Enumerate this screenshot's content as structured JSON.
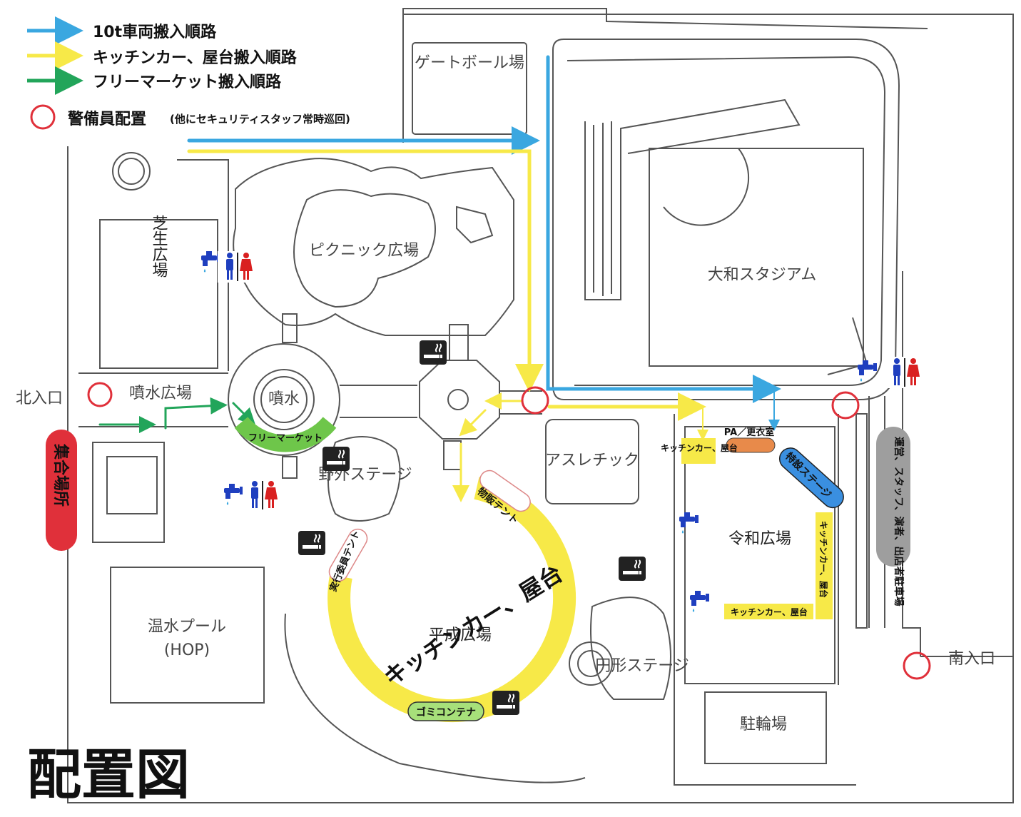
{
  "legend": {
    "blue_route": "10t車両搬入順路",
    "yellow_route": "キッチンカー、屋台搬入順路",
    "green_route": "フリーマーケット搬入順路",
    "guard": "警備員配置",
    "guard_note": "(他にセキュリティスタッフ常時巡回)"
  },
  "colors": {
    "blue": "#3aa7e0",
    "yellow": "#f7e948",
    "green": "#22a55a",
    "red": "#e0303a",
    "gray_pill": "#9e9e9e",
    "lime_pill": "#a7e07a",
    "orange_pill": "#e88a4a",
    "stage_blue": "#3a8fe0",
    "toilet_male": "#1f3fbf",
    "toilet_female": "#d92020",
    "faucet": "#1f3fbf"
  },
  "icons": {
    "toilet": "toilet-icon",
    "smoking": "smoking-area-icon",
    "water": "water-faucet-icon",
    "guard": "guard-circle-icon"
  },
  "places": {
    "gateball": "ゲートボール場",
    "picnic": "ピクニック広場",
    "stadium": "大和スタジアム",
    "lawn": "芝生広場",
    "fountain_plaza": "噴水広場",
    "fountain": "噴水",
    "outdoor_stage": "野外ステージ",
    "athletic": "アスレチック",
    "reiwa": "令和広場",
    "heisei": "平成広場",
    "pool": "温水プール",
    "pool_sub": "(HOP)",
    "round_stage": "円形ステージ",
    "bike_parking": "駐輪場",
    "north_entrance": "北入口",
    "south_entrance": "南入口"
  },
  "labels": {
    "assembly": "集合場所",
    "flea_market": "フリーマーケット",
    "merch_tent": "物販テント",
    "committee_tent": "実行委員テント",
    "kitchen_big": "キッチンカー、屋台",
    "garbage": "ゴミコンテナ",
    "pa_room": "PA／更衣室",
    "special_stage": "特設ステージ",
    "kitchen_small_1": "キッチンカー、屋台",
    "kitchen_small_2": "キッチンカー、屋台",
    "kitchen_small_3": "キッチンカー、屋台",
    "parking": "運営、スタッフ、演者、出店者駐車場"
  },
  "title": "配置図"
}
